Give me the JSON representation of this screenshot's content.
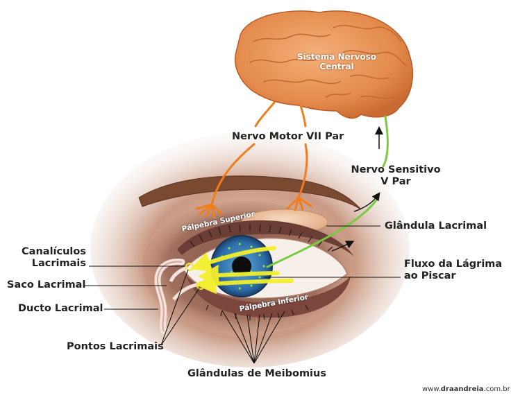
{
  "brain_label": {
    "line1": "Sistema Nervoso",
    "line2": "Central"
  },
  "labels": {
    "motor_nerve": "Nervo Motor VII Par",
    "sensory_nerve_line1": "Nervo Sensitivo",
    "sensory_nerve_line2": "V Par",
    "lacrimal_gland": "Glândula Lacrimal",
    "upper_eyelid": "Pálpebra Superior",
    "lower_eyelid": "Pálpebra Inferior",
    "canaliculi_line1": "Canalículos",
    "canaliculi_line2": "Lacrimais",
    "lacrimal_sac": "Saco Lacrimal",
    "lacrimal_duct": "Ducto Lacrimal",
    "tear_flow_line1": "Fluxo da Lágrima",
    "tear_flow_line2": "ao Piscar",
    "puncta": "Pontos Lacrimais",
    "meibomian_glands": "Glândulas de Meibomius"
  },
  "credit": {
    "prefix": "www.",
    "domain": "draandreia",
    "suffix": ".com.br"
  },
  "colors": {
    "motor_nerve": "#f07d1a",
    "sensory_nerve": "#7ac943",
    "tear_flow": "#f2ef2c",
    "brain": "#e8924f",
    "iris": "#2e6fae",
    "skin": "#caa088"
  }
}
